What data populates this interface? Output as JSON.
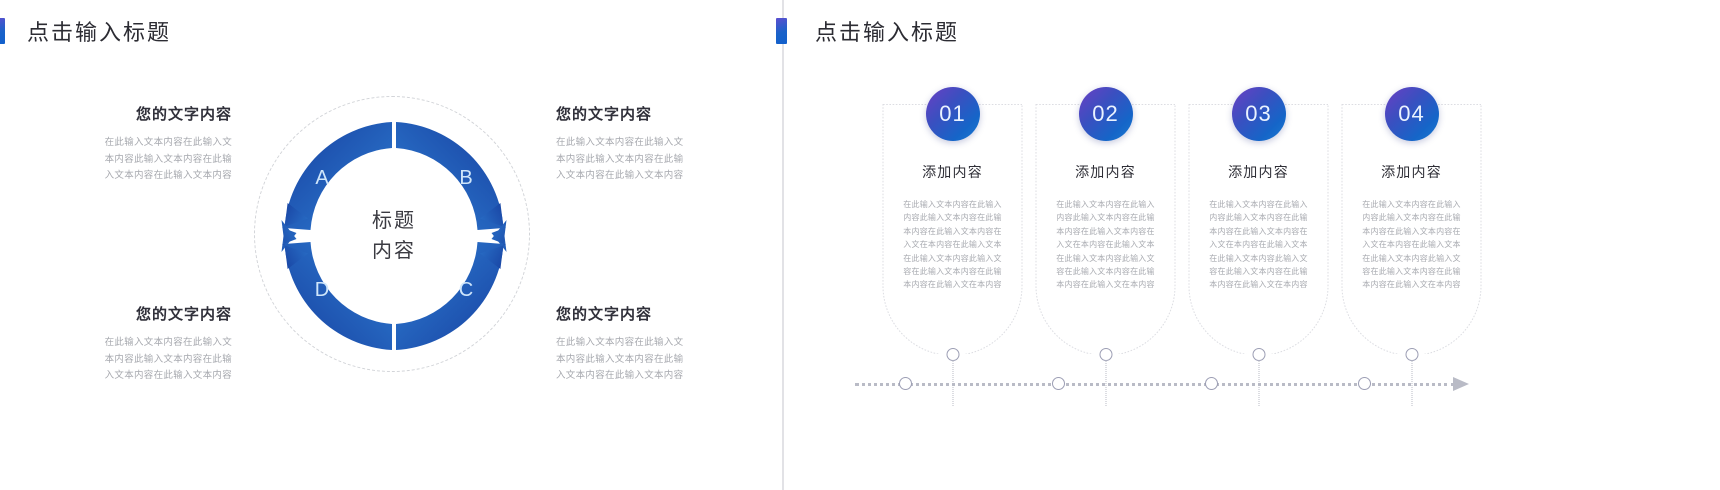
{
  "slide_left": {
    "header": {
      "title": "点击输入标题",
      "accent": "#1a62c9"
    },
    "text_blocks": [
      {
        "title": "您的文字内容",
        "lines": [
          "在此输入文本内容在此输入文",
          "本内容此输入文本内容在此输",
          "入文本内容在此输入文本内容"
        ]
      },
      {
        "title": "您的文字内容",
        "lines": [
          "在此输入文本内容在此输入文",
          "本内容此输入文本内容在此输",
          "入文本内容在此输入文本内容"
        ]
      },
      {
        "title": "您的文字内容",
        "lines": [
          "在此输入文本内容在此输入文",
          "本内容此输入文本内容在此输",
          "入文本内容在此输入文本内容"
        ]
      },
      {
        "title": "您的文字内容",
        "lines": [
          "在此输入文本内容在此输入文",
          "本内容此输入文本内容在此输",
          "入文本内容在此输入文本内容"
        ]
      }
    ],
    "ring": {
      "center_line1": "标题",
      "center_line2": "内容",
      "segments": [
        {
          "letter": "A",
          "position": "top-left"
        },
        {
          "letter": "B",
          "position": "top-right"
        },
        {
          "letter": "C",
          "position": "bottom-right"
        },
        {
          "letter": "D",
          "position": "bottom-left"
        }
      ],
      "gradient_from": "#2f7fd4",
      "gradient_to": "#1740a0",
      "letter_color": "#cfe6fb",
      "outer_dashed_color": "#d2d4d8"
    }
  },
  "slide_right": {
    "header": {
      "title": "点击输入标题",
      "accent": "#1a62c9"
    },
    "cards": [
      {
        "number": "01",
        "title": "添加内容",
        "lines": [
          "在此输入文本内容在此输入",
          "内容此输入文本内容在此输",
          "本内容在此输入文本内容在",
          "入文在本内容在此输入文本",
          "在此输入文本内容此输入文",
          "容在此输入文本内容在此输",
          "本内容在此输入文在本内容"
        ]
      },
      {
        "number": "02",
        "title": "添加内容",
        "lines": [
          "在此输入文本内容在此输入",
          "内容此输入文本内容在此输",
          "本内容在此输入文本内容在",
          "入文在本内容在此输入文本",
          "在此输入文本内容此输入文",
          "容在此输入文本内容在此输",
          "本内容在此输入文在本内容"
        ]
      },
      {
        "number": "03",
        "title": "添加内容",
        "lines": [
          "在此输入文本内容在此输入",
          "内容此输入文本内容在此输",
          "本内容在此输入文本内容在",
          "入文在本内容在此输入文本",
          "在此输入文本内容此输入文",
          "容在此输入文本内容在此输",
          "本内容在此输入文在本内容"
        ]
      },
      {
        "number": "04",
        "title": "添加内容",
        "lines": [
          "在此输入文本内容在此输入",
          "内容此输入文本内容在此输",
          "本内容在此输入文本内容在",
          "入文在本内容在此输入文本",
          "在此输入文本内容此输入文",
          "容在此输入文本内容在此输",
          "本内容在此输入文在本内容"
        ]
      }
    ],
    "timeline": {
      "dot_count": 4,
      "line_color": "#b9bbc6",
      "arrow_direction": "right"
    },
    "badge_gradient_from": "#6b3fc4",
    "badge_gradient_to": "#1c7ad1"
  }
}
